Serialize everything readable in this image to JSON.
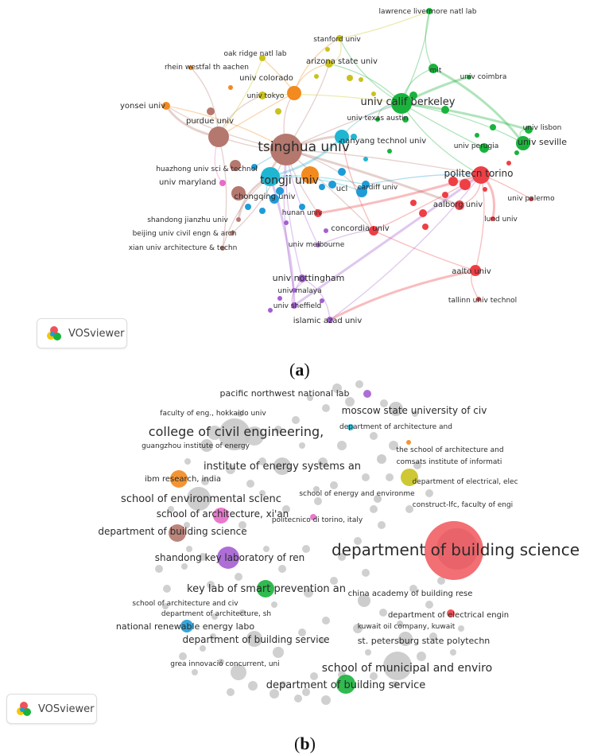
{
  "branding": {
    "logo_text": "VOSviewer"
  },
  "captions": {
    "a": "(a)",
    "b": "(b)",
    "a_letter": "a",
    "b_letter": "b"
  },
  "colors": {
    "brown": "#b5786e",
    "blue": "#1f9bd7",
    "cyan": "#20b6d2",
    "orange": "#f28a1e",
    "yellow": "#c8c21e",
    "green": "#19b33c",
    "red": "#ee3f45",
    "purple": "#a45ed1",
    "pink": "#e66cc8",
    "grey": "#c8c8c8"
  },
  "network_a": {
    "nodes": [
      {
        "id": "tsinghua",
        "label": "tsinghua univ",
        "color": "brown"
      },
      {
        "id": "tongji",
        "label": "tongji univ",
        "color": "cyan"
      },
      {
        "id": "berkeley",
        "label": "univ calif berkeley",
        "color": "green"
      },
      {
        "id": "torino",
        "label": "politecn torino",
        "color": "red"
      },
      {
        "id": "purdue",
        "label": "purdue univ",
        "color": "brown"
      },
      {
        "id": "colorado",
        "label": "univ colorado",
        "color": "orange"
      },
      {
        "id": "yonsei",
        "label": "yonsei univ",
        "color": "orange"
      },
      {
        "id": "nanyang",
        "label": "nanyang technol univ",
        "color": "cyan"
      },
      {
        "id": "seville",
        "label": "univ seville",
        "color": "green"
      },
      {
        "id": "lisbon",
        "label": "univ lisbon",
        "color": "green"
      },
      {
        "id": "perugia",
        "label": "univ perugia",
        "color": "green"
      },
      {
        "id": "coimbra",
        "label": "univ coimbra",
        "color": "green"
      },
      {
        "id": "mit",
        "label": "mit",
        "color": "green"
      },
      {
        "id": "lawrence",
        "label": "lawrence livermore natl lab",
        "color": "green"
      },
      {
        "id": "stanford",
        "label": "stanford univ",
        "color": "yellow"
      },
      {
        "id": "oakridge",
        "label": "oak ridge natl lab",
        "color": "yellow"
      },
      {
        "id": "arizona",
        "label": "arizona state univ",
        "color": "yellow"
      },
      {
        "id": "rhein",
        "label": "rhein westfal th aachen",
        "color": "orange"
      },
      {
        "id": "tokyo",
        "label": "univ tokyo",
        "color": "yellow"
      },
      {
        "id": "texas",
        "label": "univ texas austin",
        "color": "green"
      },
      {
        "id": "huazhong",
        "label": "huazhong univ sci & technol",
        "color": "blue"
      },
      {
        "id": "maryland",
        "label": "univ maryland",
        "color": "pink"
      },
      {
        "id": "chongqing",
        "label": "chongqing univ",
        "color": "blue"
      },
      {
        "id": "ucl",
        "label": "ucl",
        "color": "blue"
      },
      {
        "id": "cardiff",
        "label": "cardiff univ",
        "color": "blue"
      },
      {
        "id": "aalborg",
        "label": "aalborg univ",
        "color": "red"
      },
      {
        "id": "palermo",
        "label": "univ palermo",
        "color": "red"
      },
      {
        "id": "lund",
        "label": "lund univ",
        "color": "red"
      },
      {
        "id": "hunan",
        "label": "hunan univ",
        "color": "red"
      },
      {
        "id": "concordia",
        "label": "concordia univ",
        "color": "red"
      },
      {
        "id": "shandong",
        "label": "shandong jianzhu univ",
        "color": "brown"
      },
      {
        "id": "beijing",
        "label": "beijing univ civil engn & arch",
        "color": "brown"
      },
      {
        "id": "xian",
        "label": "xian univ architecture & techn",
        "color": "brown"
      },
      {
        "id": "melbourne",
        "label": "univ melbourne",
        "color": "purple"
      },
      {
        "id": "aalto",
        "label": "aalto univ",
        "color": "red"
      },
      {
        "id": "tallinn",
        "label": "tallinn univ technol",
        "color": "red"
      },
      {
        "id": "nottingham",
        "label": "univ nottingham",
        "color": "purple"
      },
      {
        "id": "malaya",
        "label": "univ malaya",
        "color": "purple"
      },
      {
        "id": "sheffield",
        "label": "univ sheffield",
        "color": "purple"
      },
      {
        "id": "azad",
        "label": "islamic azad univ",
        "color": "purple"
      }
    ]
  },
  "network_b": {
    "nodes": [
      {
        "id": "pnnl",
        "label": "pacific northwest national lab",
        "color": "purple"
      },
      {
        "id": "hokkaido",
        "label": "faculty of eng., hokkaido univ",
        "color": "grey"
      },
      {
        "id": "moscow",
        "label": "moscow state university of civ",
        "color": "grey"
      },
      {
        "id": "cce",
        "label": "college of civil engineering,",
        "color": "grey"
      },
      {
        "id": "deptarch",
        "label": "department of architecture and",
        "color": "cyan"
      },
      {
        "id": "guangzhou",
        "label": "guangzhou institute of energy",
        "color": "grey"
      },
      {
        "id": "schoolarch",
        "label": "the school of architecture and",
        "color": "orange"
      },
      {
        "id": "ies",
        "label": "institute of energy systems an",
        "color": "grey"
      },
      {
        "id": "comsats",
        "label": "comsats institute of informati",
        "color": "grey"
      },
      {
        "id": "ibm",
        "label": "ibm research, india",
        "color": "orange"
      },
      {
        "id": "deptelec",
        "label": "department of electrical, elec",
        "color": "yellow"
      },
      {
        "id": "soee",
        "label": "school of energy and environme",
        "color": "grey"
      },
      {
        "id": "construct",
        "label": "construct-lfc, faculty of engi",
        "color": "grey"
      },
      {
        "id": "ses",
        "label": "school of environmental scienc",
        "color": "grey"
      },
      {
        "id": "xian",
        "label": "school of architecture, xi'an",
        "color": "pink"
      },
      {
        "id": "polito",
        "label": "politecnico di torino, italy",
        "color": "pink"
      },
      {
        "id": "dbs1",
        "label": "department of building science",
        "color": "brown"
      },
      {
        "id": "dbsbig",
        "label": "department of building science",
        "color": "red"
      },
      {
        "id": "shandong",
        "label": "shandong key laboratory of ren",
        "color": "purple"
      },
      {
        "id": "keylab",
        "label": "key lab of smart prevention an",
        "color": "green"
      },
      {
        "id": "chinaacad",
        "label": "china academy of building rese",
        "color": "grey"
      },
      {
        "id": "sacv",
        "label": "school of architecture and civ",
        "color": "grey"
      },
      {
        "id": "deptarchsh",
        "label": "department of architecture, sh",
        "color": "grey"
      },
      {
        "id": "deptelecengin",
        "label": "department of electrical engin",
        "color": "red"
      },
      {
        "id": "nrel",
        "label": "national renewable energy labo",
        "color": "blue"
      },
      {
        "id": "kuwait",
        "label": "kuwait oil company, kuwait",
        "color": "grey"
      },
      {
        "id": "dbserv1",
        "label": "department of building service",
        "color": "grey"
      },
      {
        "id": "spb",
        "label": "st. petersburg state polytechn",
        "color": "grey"
      },
      {
        "id": "grea",
        "label": "grea innovació concurrent, uni",
        "color": "grey"
      },
      {
        "id": "smee",
        "label": "school of municipal and enviro",
        "color": "grey"
      },
      {
        "id": "dbserv2",
        "label": "department of building service",
        "color": "green"
      }
    ]
  }
}
